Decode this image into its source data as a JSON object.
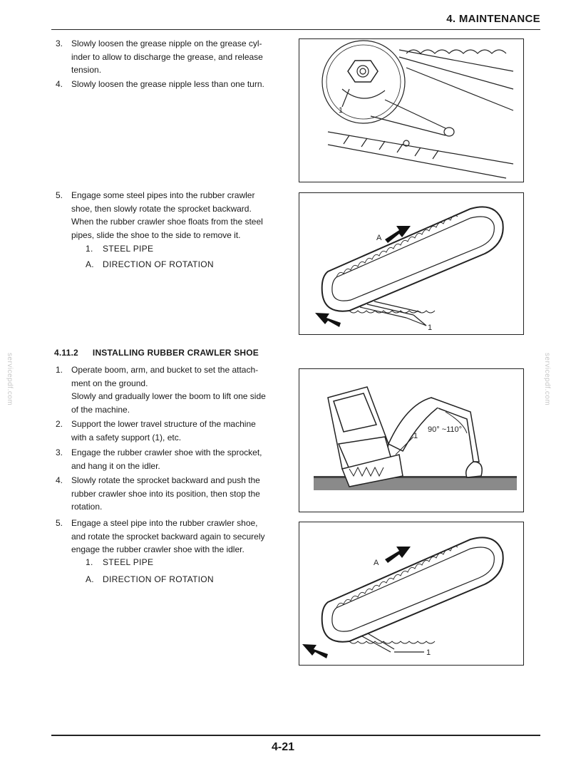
{
  "header": {
    "title": "4. MAINTENANCE"
  },
  "steps_a": [
    {
      "num": "3.",
      "lines": [
        "Slowly loosen the grease nipple on the grease cyl-",
        "inder to allow to discharge the grease, and release",
        "tension."
      ]
    },
    {
      "num": "4.",
      "lines": [
        "Slowly loosen the grease nipple less than one turn."
      ]
    }
  ],
  "step_b": {
    "num": "5.",
    "lines": [
      "Engage some steel pipes into the rubber crawler",
      "shoe, then slowly rotate the sprocket backward.",
      "When the rubber crawler shoe floats from the steel",
      "pipes, slide the shoe to the side to remove it."
    ],
    "legend": [
      {
        "key": "1.",
        "text": "STEEL PIPE"
      },
      {
        "key": "A.",
        "text": "DIRECTION OF ROTATION"
      }
    ]
  },
  "section": {
    "number": "4.11.2",
    "title": "INSTALLING RUBBER CRAWLER SHOE"
  },
  "steps_c": [
    {
      "num": "1.",
      "lines": [
        "Operate boom, arm, and bucket to set the attach-",
        "ment on the ground.",
        "Slowly and gradually lower the boom to lift one side",
        "of the machine."
      ]
    },
    {
      "num": "2.",
      "lines": [
        "Support the lower travel structure of the machine",
        "with a safety support (1), etc."
      ]
    },
    {
      "num": "3.",
      "lines": [
        "Engage the rubber crawler shoe with the sprocket,",
        "and hang it on the idler."
      ]
    },
    {
      "num": "4.",
      "lines": [
        "Slowly rotate the sprocket backward and push the",
        "rubber crawler shoe into its position, then stop the",
        "rotation."
      ]
    },
    {
      "num": "5.",
      "lines": [
        "Engage a steel pipe into the rubber crawler shoe,",
        "and rotate the sprocket backward again to securely",
        "engage the rubber crawler shoe with the idler."
      ]
    }
  ],
  "step_c_legend": [
    {
      "key": "1.",
      "text": "STEEL PIPE"
    },
    {
      "key": "A.",
      "text": "DIRECTION OF ROTATION"
    }
  ],
  "figures": {
    "fig1": {
      "callout": "1"
    },
    "fig2": {
      "label_a": "A",
      "label_1": "1"
    },
    "fig3": {
      "angle": "90° ~110°",
      "label_1": "1"
    },
    "fig4": {
      "label_a": "A",
      "label_1": "1"
    }
  },
  "watermark": "servicepdf.com",
  "footer": {
    "page_number": "4-21"
  }
}
